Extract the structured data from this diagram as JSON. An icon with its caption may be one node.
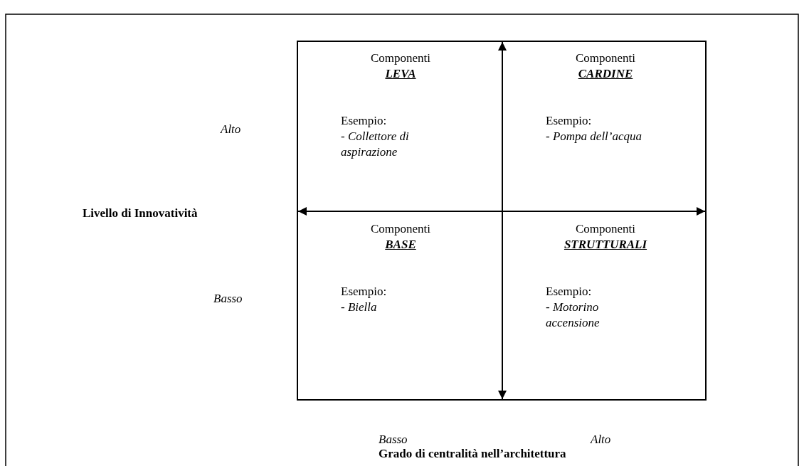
{
  "diagram": {
    "nodes": [
      {
        "text": [],
        "shape": "box"
      },
      {
        "text": [
          "Componenti",
          "LEVA",
          "Esempio:",
          "- *Collettore di aspirazione*"
        ],
        "in": 0
      },
      {
        "text": [
          "Componenti",
          "CARDINE",
          "Esempio:",
          "- *Pompa dell’acqua*"
        ],
        "in": 0
      },
      {
        "text": [
          "Componenti",
          "BASE",
          "Esempio:",
          "- *Biella*"
        ],
        "in": 0
      },
      {
        "text": [
          "Componenti",
          "STRUTTURALI",
          "Esempio:",
          "- *Motorino accensione*"
        ],
        "in": 0
      }
    ],
    "edges": [],
    "labels": [
      "Alto",
      "Livello di Innovatività",
      "Basso",
      "Basso",
      "Alto",
      "Grado di centralità nell’architettura"
    ]
  }
}
